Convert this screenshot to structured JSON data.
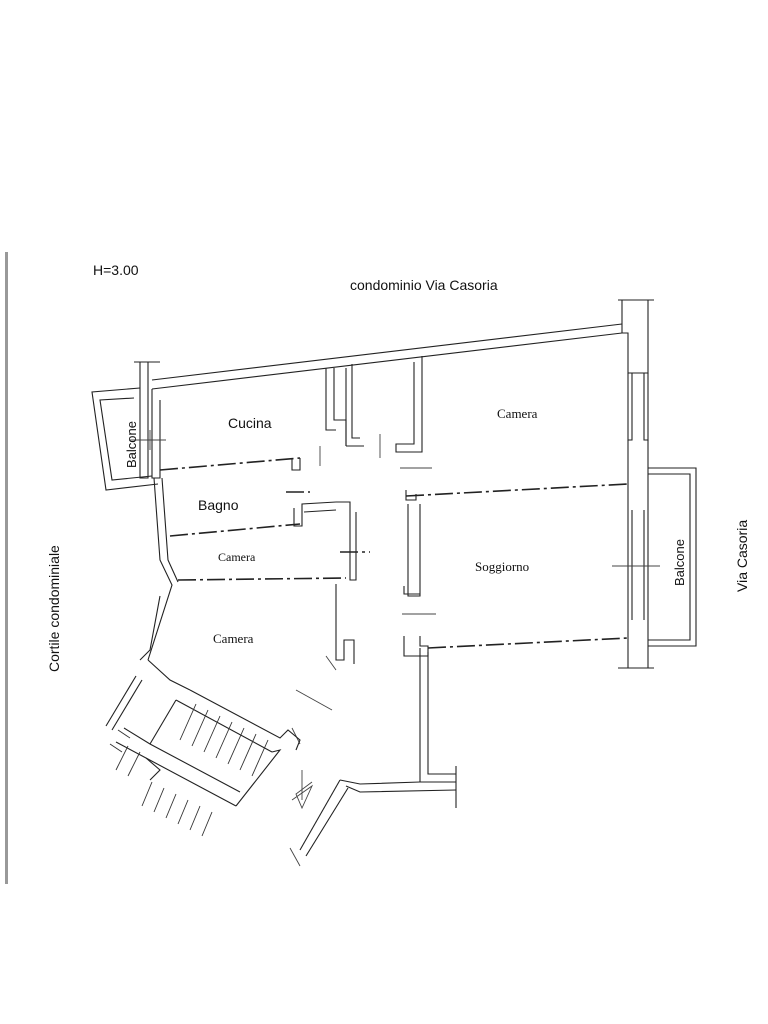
{
  "plan": {
    "height_note": "H=3.00",
    "north_label": "condominio Via Casoria",
    "east_label": "Via Casoria",
    "west_label": "Cortile condominiale",
    "rooms": {
      "cucina": "Cucina",
      "bagno": "Bagno",
      "camera_small": "Camera",
      "camera_bottom": "Camera",
      "camera_top": "Camera",
      "soggiorno": "Soggiorno",
      "balcone_west": "Balcone",
      "balcone_east": "Balcone"
    }
  }
}
